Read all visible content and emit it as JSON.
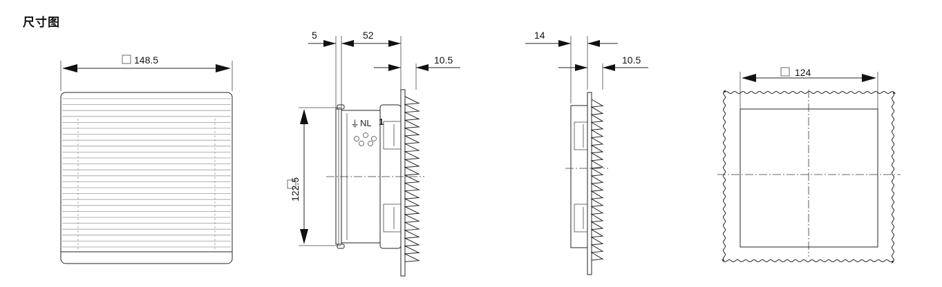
{
  "page": {
    "title": "尺寸图"
  },
  "front_view": {
    "width_label": "148.5"
  },
  "side_view_a": {
    "dim_depth_front": "5",
    "dim_depth_body": "52",
    "dim_grille": "10.5",
    "height_label": "122.5",
    "terminal_label": "NL",
    "terminal_index": "1"
  },
  "side_view_b": {
    "dim_depth": "14",
    "dim_grille": "10.5"
  },
  "cutout_view": {
    "width_label": "124"
  }
}
